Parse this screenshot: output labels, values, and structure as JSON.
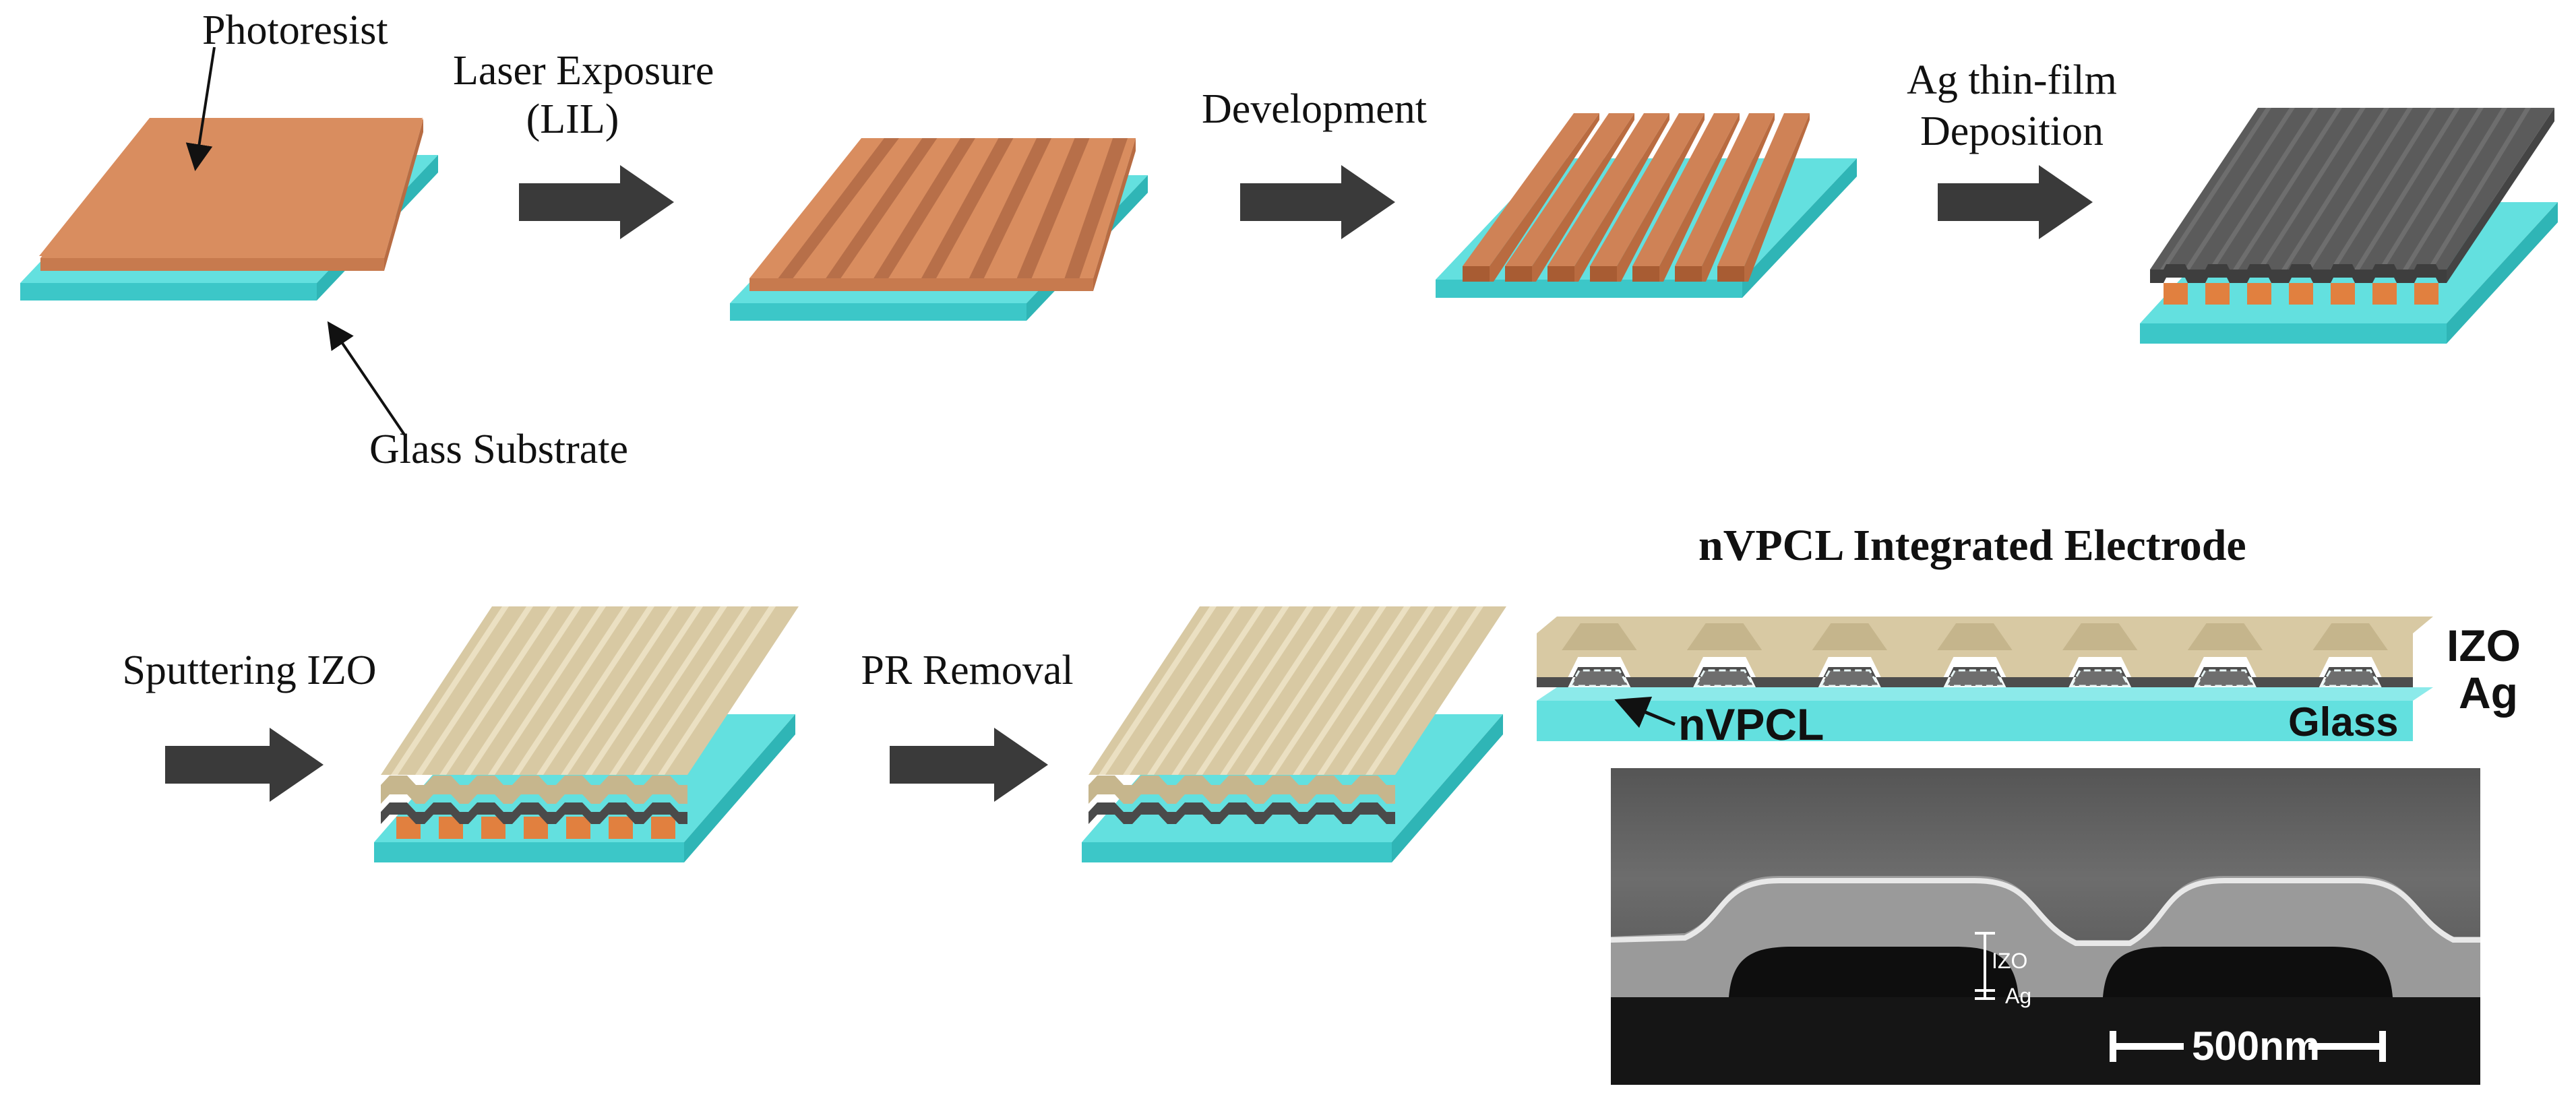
{
  "labels": {
    "photoresist": "Photoresist",
    "glass_substrate": "Glass Substrate",
    "laser_exposure_1": "Laser Exposure",
    "laser_exposure_2": "(LIL)",
    "development": "Development",
    "ag_deposition_1": "Ag thin-film",
    "ag_deposition_2": "Deposition",
    "sputtering_izo": "Sputtering IZO",
    "pr_removal": "PR Removal",
    "electrode_title": "nVPCL Integrated Electrode",
    "layer_izo": "IZO",
    "layer_ag": "Ag",
    "nvpcl": "nVPCL",
    "glass": "Glass",
    "sem_izo": "IZO",
    "sem_ag": "Ag",
    "scale_bar": "500nm"
  },
  "colors": {
    "glass": "#63e0df",
    "photoresist": "#d98d5f",
    "ag_film": "#5b5b5b",
    "izo": "#d8c9a3",
    "arrow": "#3a3a3a"
  },
  "icons": [
    "process-arrow-icon",
    "pointer-arrow-icon",
    "scale-bar-icon"
  ]
}
